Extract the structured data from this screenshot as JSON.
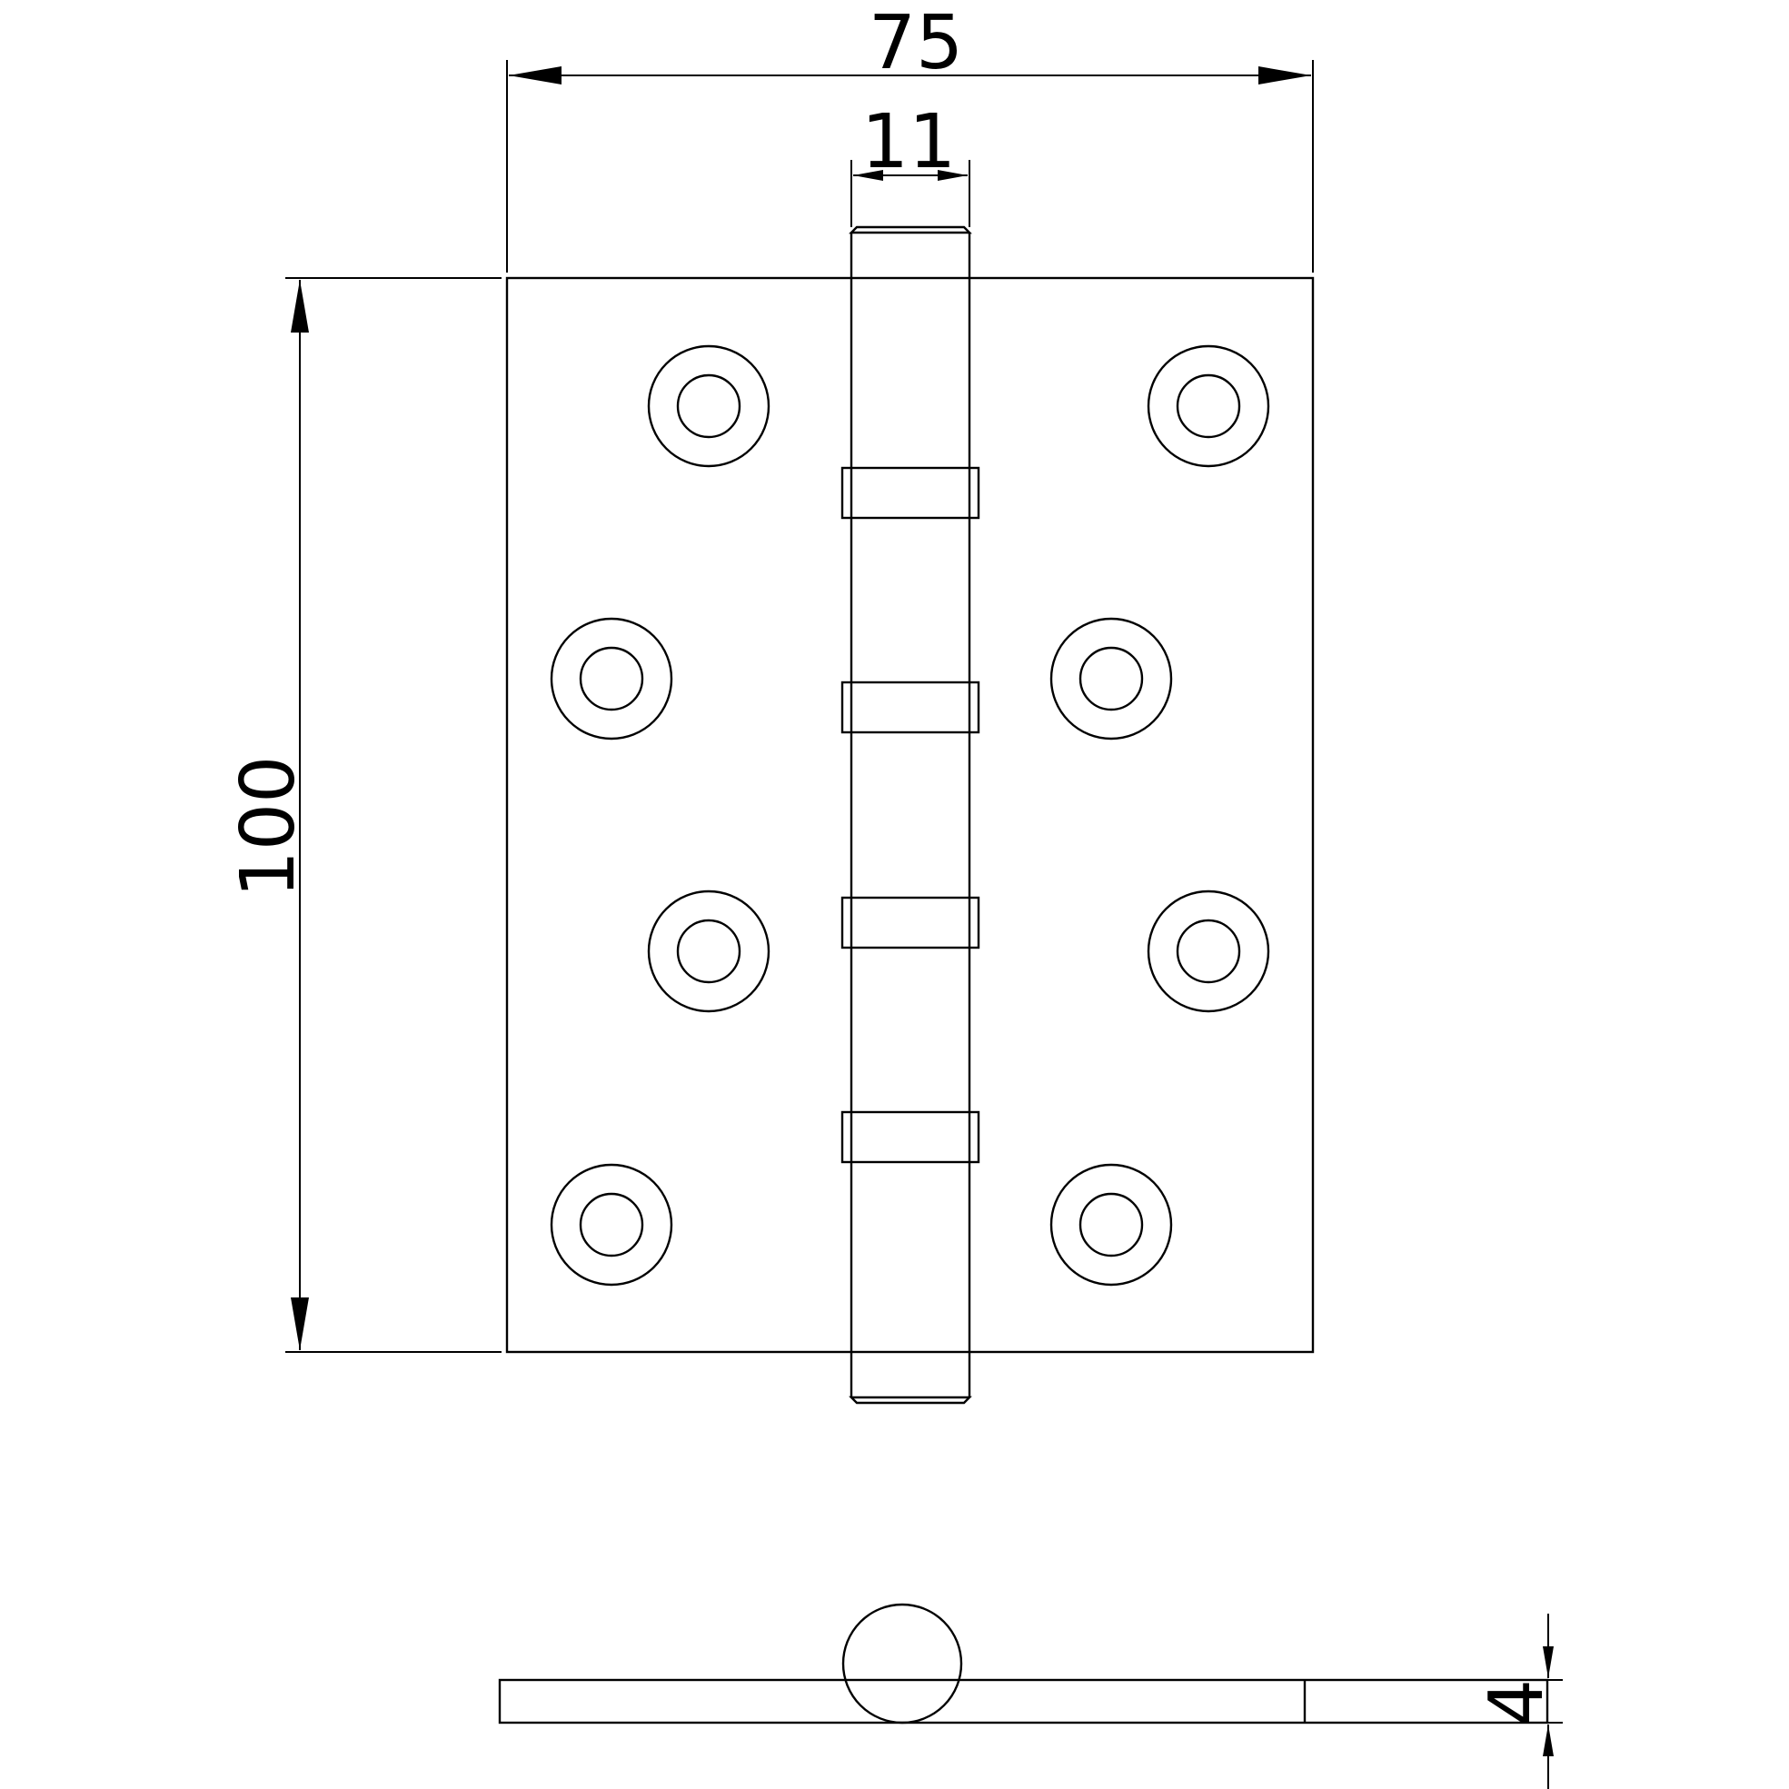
{
  "drawing": {
    "line_color": "#000000",
    "background": "#ffffff",
    "dimensions": {
      "width": "75",
      "knuckle_width": "11",
      "height": "100",
      "thickness": "4"
    }
  }
}
